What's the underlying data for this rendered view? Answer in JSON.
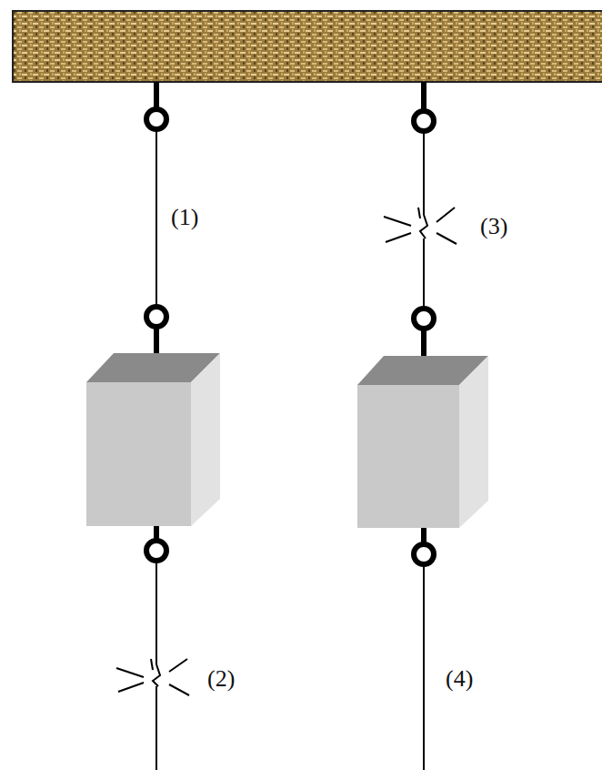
{
  "diagram": {
    "labels": [
      "(1)",
      "(2)",
      "(3)",
      "(4)"
    ]
  }
}
